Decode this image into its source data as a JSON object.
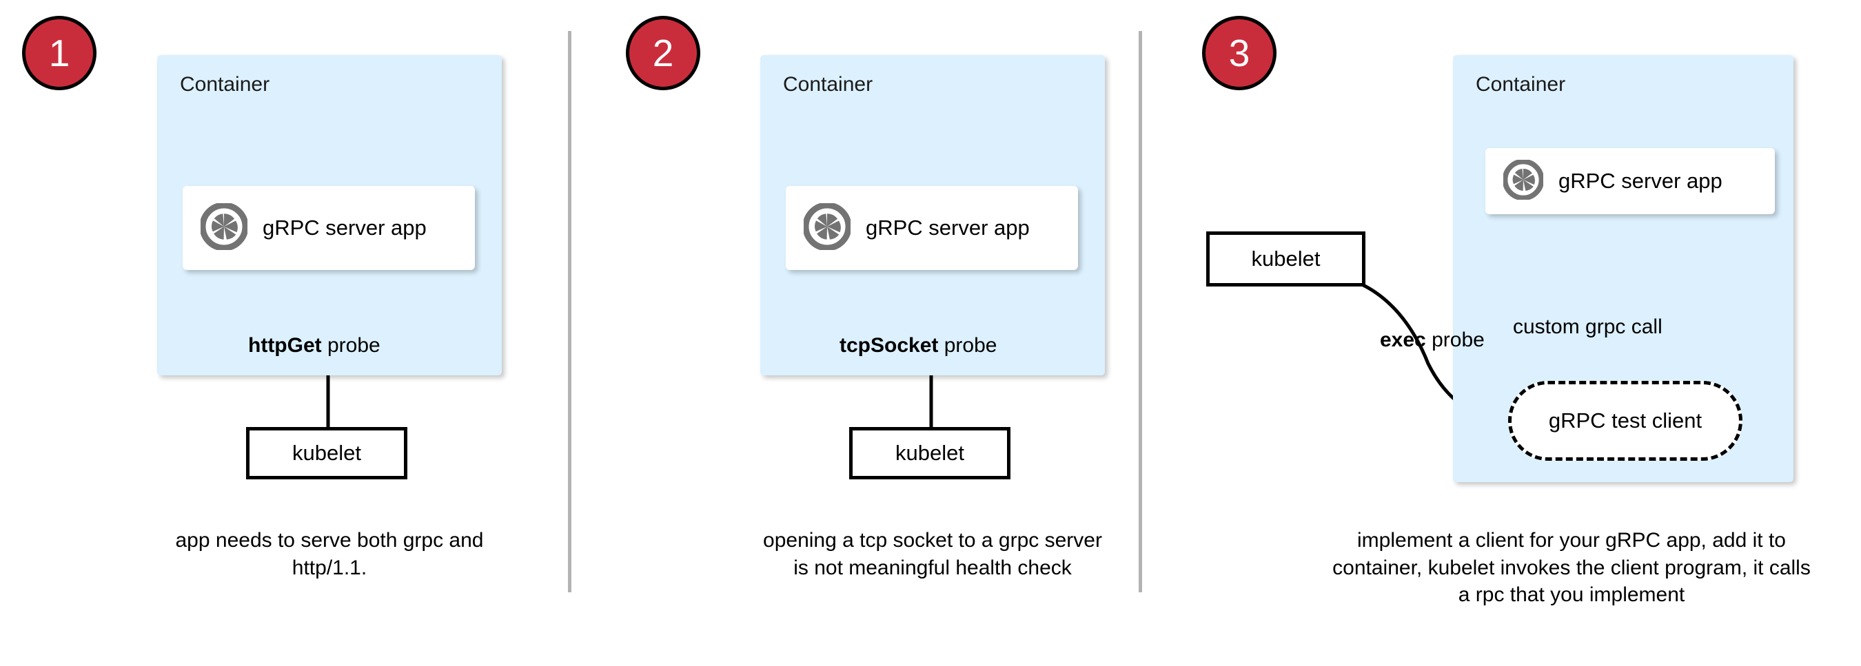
{
  "diagram": {
    "title": "gRPC health check probe approaches",
    "colors": {
      "badge_red": "#c92d3c",
      "container_blue": "#dcf0fd",
      "card_white": "#ffffff",
      "icon_gray": "#737373",
      "divider_gray": "#b3b3b3",
      "stroke_black": "#000000"
    }
  },
  "panels": [
    {
      "badge": "1",
      "container_label": "Container",
      "app_label": "gRPC server app",
      "app_icon": "grpc-aperture-icon",
      "probe_label_bold": "httpGet",
      "probe_label_rest": " probe",
      "kubelet_label": "kubelet",
      "caption": "app needs to serve both grpc and http/1.1."
    },
    {
      "badge": "2",
      "container_label": "Container",
      "app_label": "gRPC server app",
      "app_icon": "grpc-aperture-icon",
      "probe_label_bold": "tcpSocket",
      "probe_label_rest": " probe",
      "kubelet_label": "kubelet",
      "caption": "opening a tcp socket to a grpc server is not meaningful health check"
    },
    {
      "badge": "3",
      "container_label": "Container",
      "app_label": "gRPC server app",
      "app_icon": "grpc-aperture-icon",
      "probe_label_bold": "exec",
      "probe_label_rest": " probe",
      "kubelet_label": "kubelet",
      "client_label": "gRPC test client",
      "call_label": "custom grpc call",
      "caption": "implement a client for your gRPC app, add it to container, kubelet invokes the client program, it calls a rpc that you implement"
    }
  ]
}
